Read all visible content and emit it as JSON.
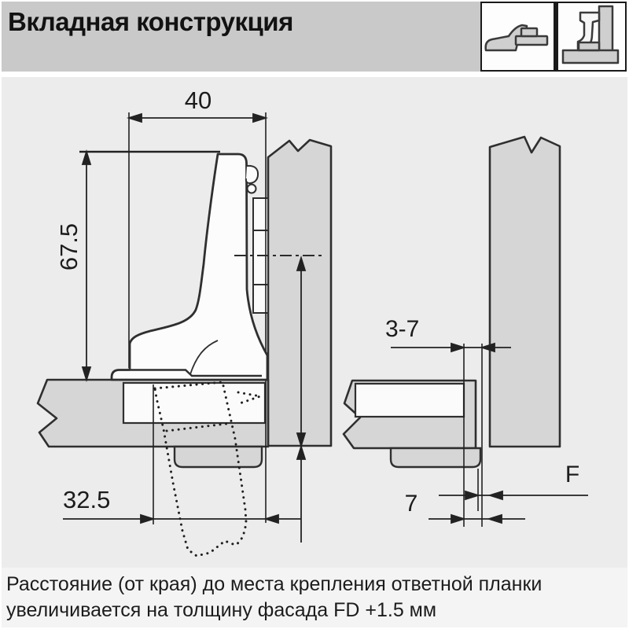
{
  "header": {
    "title": "Вкладная конструкция",
    "icons": [
      {
        "name": "hinge-open-flat-icon"
      },
      {
        "name": "hinge-mounted-90deg-icon"
      }
    ]
  },
  "diagrams": {
    "front_section": {
      "arm_width_dim": "40",
      "arm_height_dim": "67.5",
      "plate_distance_dim": "32.5"
    },
    "edge_section": {
      "gap_range_dim": "3-7",
      "edge_offset_dim": "7",
      "fugue_label": "F"
    }
  },
  "footnote": {
    "line1": "Расстояние (от края) до места крепления ответной планки",
    "line2": "увеличивается на толщину фасада FD +1.5 мм"
  },
  "colors": {
    "header_bg": "#c9c9c9",
    "diagram_bg": "#ececec",
    "footnote_bg": "#f4f4f4",
    "panel_fill": "#d6d6d6",
    "hinge_fill": "#fcfcfc",
    "line": "#2b2b2b"
  }
}
